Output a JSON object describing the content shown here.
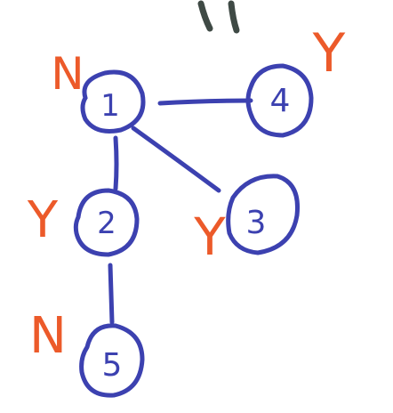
{
  "colors": {
    "node": "#3c41b0",
    "yes_no_label": "#ec5a2a",
    "top_mark": "#3f4a45",
    "background": "#ffffff"
  },
  "nodes": [
    {
      "id": "n1",
      "label": "1",
      "status": "N"
    },
    {
      "id": "n2",
      "label": "2",
      "status": "Y"
    },
    {
      "id": "n3",
      "label": "3",
      "status": "Y"
    },
    {
      "id": "n4",
      "label": "4",
      "status": "Y"
    },
    {
      "id": "n5",
      "label": "5",
      "status": "N"
    }
  ],
  "edges": [
    {
      "from": "n1",
      "to": "n4"
    },
    {
      "from": "n1",
      "to": "n2"
    },
    {
      "from": "n1",
      "to": "n3"
    },
    {
      "from": "n2",
      "to": "n5"
    }
  ]
}
